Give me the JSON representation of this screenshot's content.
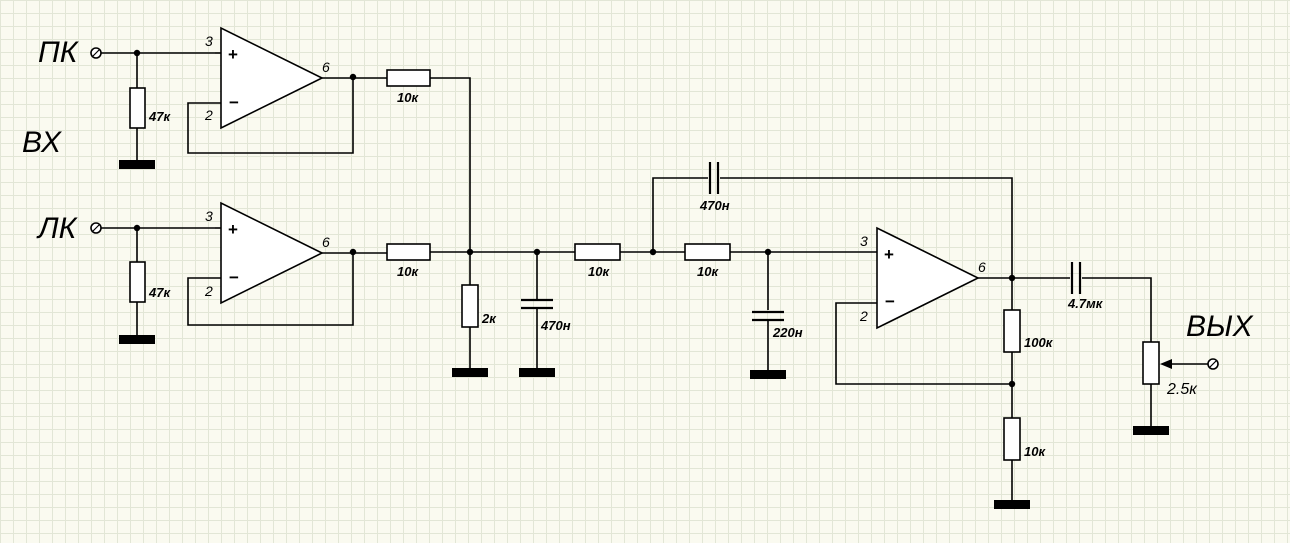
{
  "terminals": {
    "input_right": "ПК",
    "input_left": "ЛК",
    "input_group": "ВХ",
    "output": "ВЫХ"
  },
  "opamps": {
    "pin_noninv": "3",
    "pin_inv": "2",
    "pin_out": "6",
    "plus_sign": "+",
    "minus_sign": "−"
  },
  "values": {
    "r_in_top": "47к",
    "r_in_bot": "47к",
    "r_mix_top": "10к",
    "r_mix_bot": "10к",
    "r_shunt": "2к",
    "c_shunt": "470н",
    "r_filter1": "10к",
    "r_filter2": "10к",
    "c_feedback": "470н",
    "c_ground": "220н",
    "r_feedback": "100к",
    "r_gain": "10к",
    "c_out": "4.7мк",
    "pot": "2.5к"
  }
}
